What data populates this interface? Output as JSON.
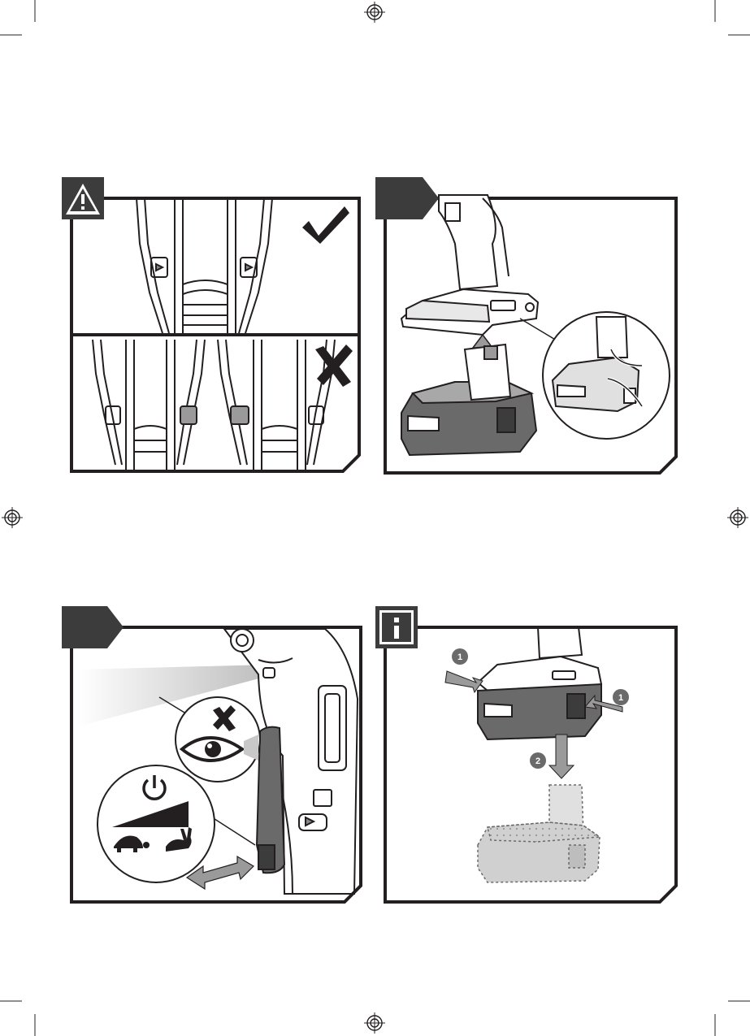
{
  "page": {
    "title": ""
  },
  "panels": [
    {
      "id": "battery-position-warning",
      "icon": "warning-icon",
      "top_mark": "check-mark-icon",
      "bottom_mark": "cross-mark-icon"
    },
    {
      "id": "battery-removal",
      "icon": "step-tab"
    },
    {
      "id": "light-and-trigger",
      "icon": "step-tab",
      "eye_mark": "cross-mark-icon",
      "power_symbol": "power-icon",
      "speed_low": "turtle-icon",
      "speed_high": "rabbit-icon"
    },
    {
      "id": "battery-release-info",
      "icon": "info-icon",
      "step_labels": [
        "1",
        "1",
        "2"
      ]
    }
  ],
  "colors": {
    "ink": "#231f20",
    "tab": "#3c3c3c",
    "panel_bg": "#ffffff",
    "ghost": "#9a9a9a"
  }
}
